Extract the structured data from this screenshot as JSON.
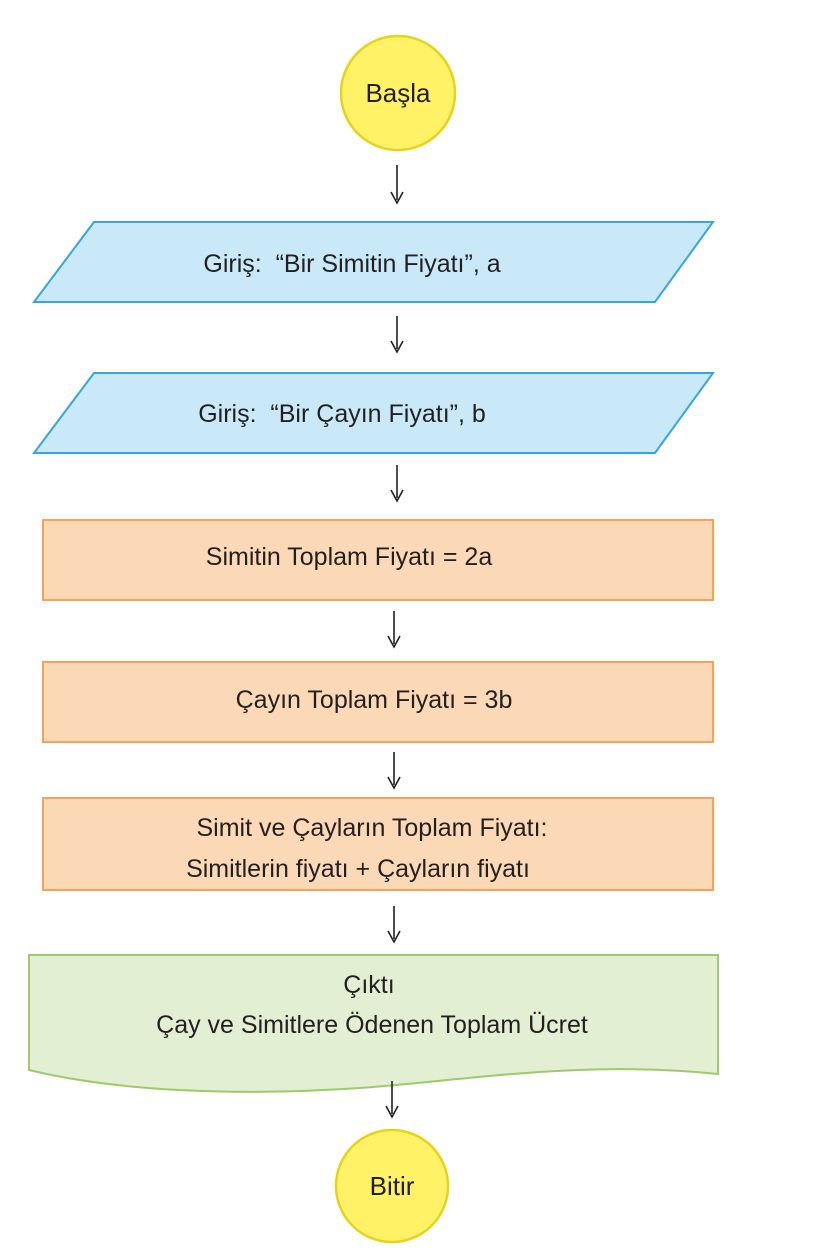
{
  "flowchart": {
    "start": {
      "label": "Başla"
    },
    "input_price_simit": {
      "label": "Giriş:  “Bir Simitin Fiyatı”, a"
    },
    "input_price_tea": {
      "label": "Giriş:  “Bir Çayın Fiyatı”, b"
    },
    "process_simit_total": {
      "label": "Simitin Toplam Fiyatı = 2a"
    },
    "process_tea_total": {
      "label": "Çayın Toplam Fiyatı = 3b"
    },
    "process_overall_total": {
      "line1": "Simit ve Çayların Toplam Fiyatı:",
      "line2": "Simitlerin fiyatı + Çayların fiyatı"
    },
    "output": {
      "line1": "Çıktı",
      "line2": "Çay ve Simitlere Ödenen Toplam Ücret"
    },
    "end": {
      "label": "Bitir"
    }
  },
  "colors": {
    "terminal_fill": "#fff267",
    "terminal_stroke": "#e8d21c",
    "input_fill": "#c9e9f8",
    "input_stroke": "#34a7dc",
    "process_fill": "#fcd9b6",
    "process_stroke": "#f5a25a",
    "output_fill": "#e2efd3",
    "output_stroke": "#9ccb6c",
    "arrow": "#231f20",
    "text": "#231f20"
  }
}
